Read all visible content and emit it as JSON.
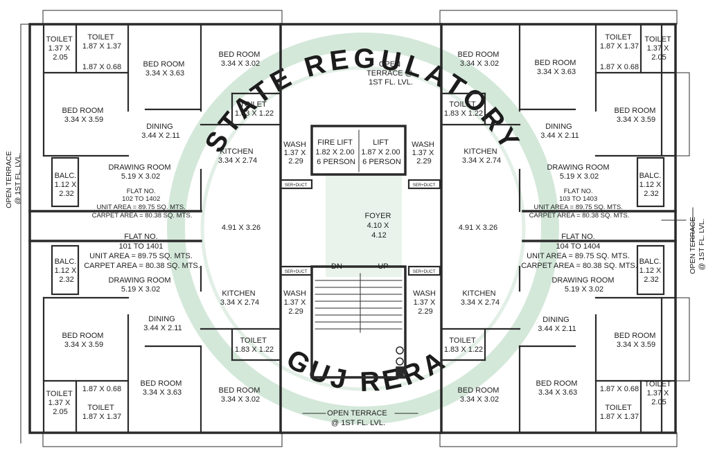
{
  "colors": {
    "wall": "#2a2a2a",
    "watermark": "#cfe3d6",
    "background": "#ffffff",
    "text": "#1c1c1c"
  },
  "watermark": {
    "top": "STATE REGULATORY",
    "bottom": "GUJ RERA"
  },
  "labels": {
    "open_terrace_center_top": [
      "OPEN",
      "TERRACE @",
      "1ST FL. LVL."
    ],
    "open_terrace_bottom": [
      "OPEN TERRACE",
      "@ 1ST FL. LVL."
    ],
    "open_terrace_left": [
      "OPEN TERRACE",
      "@ 1ST FL. LVL."
    ],
    "open_terrace_right": [
      "OPEN TERRACE",
      "@ 1ST FL. LVL."
    ],
    "fire_lift": [
      "FIRE LIFT",
      "1.82 X 2.00",
      "6 PERSON"
    ],
    "lift": [
      "LIFT",
      "1.87 X 2.00",
      "6 PERSON"
    ],
    "foyer": [
      "FOYER",
      "4.10 X",
      "4.12"
    ],
    "stair_dn": "DN",
    "stair_up": "UP",
    "duct": "SER+DUCT",
    "left_passage": "4.91 X 3.26",
    "right_passage": "4.91 X 3.26",
    "tl": {
      "toilet_a": [
        "TOILET",
        "1.37 X",
        "2.05"
      ],
      "toilet_b": [
        "TOILET",
        "1.87 X 1.37"
      ],
      "passage": "1.87 X 0.68",
      "bed_outer": [
        "BED ROOM",
        "3.34 X 3.59"
      ],
      "bed_master": [
        "BED ROOM",
        "3.34 X 3.63"
      ],
      "bed_inner": [
        "BED ROOM",
        "3.34 X 3.02"
      ],
      "toilet_c": [
        "TOILET",
        "1.83 X 1.22"
      ],
      "dining": [
        "DINING",
        "3.44 X 2.11"
      ],
      "kitchen": [
        "KITCHEN",
        "3.34 X 2.74"
      ],
      "wash": [
        "WASH",
        "1.37 X",
        "2.29"
      ],
      "balcony": [
        "BALC.",
        "1.12 X",
        "2.32"
      ],
      "drawing": [
        "DRAWING ROOM",
        "5.19 X 3.02"
      ],
      "flat": [
        "FLAT NO.",
        "102 TO 1402",
        "UNIT AREA = 89.75 SQ. MTS.",
        "CARPET AREA = 80.38 SQ. MTS."
      ]
    },
    "tr": {
      "toilet_a": [
        "TOILET",
        "1.37 X",
        "2.05"
      ],
      "toilet_b": [
        "TOILET",
        "1.87 X 1.37"
      ],
      "passage": "1.87 X 0.68",
      "bed_outer": [
        "BED ROOM",
        "3.34 X 3.59"
      ],
      "bed_master": [
        "BED ROOM",
        "3.34 X 3.63"
      ],
      "bed_inner": [
        "BED ROOM",
        "3.34 X 3.02"
      ],
      "toilet_c": [
        "TOILET",
        "1.83 X 1.22"
      ],
      "dining": [
        "DINING",
        "3.44 X 2.11"
      ],
      "kitchen": [
        "KITCHEN",
        "3.34 X 2.74"
      ],
      "wash": [
        "WASH",
        "1.37 X",
        "2.29"
      ],
      "balcony": [
        "BALC.",
        "1.12 X",
        "2.32"
      ],
      "drawing": [
        "DRAWING ROOM",
        "5.19 X 3.02"
      ],
      "flat": [
        "FLAT NO.",
        "103 TO 1403",
        "UNIT AREA = 89.75 SQ. MTS.",
        "CARPET AREA = 80.38 SQ. MTS."
      ]
    },
    "bl": {
      "toilet_a": [
        "TOILET",
        "1.37 X",
        "2.05"
      ],
      "toilet_b": [
        "TOILET",
        "1.87 X 1.37"
      ],
      "passage": "1.87 X 0.68",
      "bed_outer": [
        "BED ROOM",
        "3.34 X 3.59"
      ],
      "bed_master": [
        "BED ROOM",
        "3.34 X 3.63"
      ],
      "bed_inner": [
        "BED ROOM",
        "3.34 X 3.02"
      ],
      "toilet_c": [
        "TOILET",
        "1.83 X 1.22"
      ],
      "dining": [
        "DINING",
        "3.44 X 2.11"
      ],
      "kitchen": [
        "KITCHEN",
        "3.34 X 2.74"
      ],
      "wash": [
        "WASH",
        "1.37 X",
        "2.29"
      ],
      "balcony": [
        "BALC.",
        "1.12 X",
        "2.32"
      ],
      "drawing": [
        "DRAWING ROOM",
        "5.19 X 3.02"
      ],
      "flat": [
        "FLAT NO.",
        "101 TO 1401",
        "UNIT AREA = 89.75 SQ. MTS.",
        "CARPET AREA = 80.38 SQ. MTS."
      ]
    },
    "br": {
      "toilet_a": [
        "TOILET",
        "1.37 X",
        "2.05"
      ],
      "toilet_b": [
        "TOILET",
        "1.87 X 1.37"
      ],
      "passage": "1.87 X 0.68",
      "bed_outer": [
        "BED ROOM",
        "3.34 X 3.59"
      ],
      "bed_master": [
        "BED ROOM",
        "3.34 X 3.63"
      ],
      "bed_inner": [
        "BED ROOM",
        "3.34 X 3.02"
      ],
      "toilet_c": [
        "TOILET",
        "1.83 X 1.22"
      ],
      "dining": [
        "DINING",
        "3.44 X 2.11"
      ],
      "kitchen": [
        "KITCHEN",
        "3.34 X 2.74"
      ],
      "wash": [
        "WASH",
        "1.37 X",
        "2.29"
      ],
      "balcony": [
        "BALC.",
        "1.12 X",
        "2.32"
      ],
      "drawing": [
        "DRAWING ROOM",
        "5.19 X 3.02"
      ],
      "flat": [
        "FLAT NO.",
        "104 TO 1404",
        "UNIT AREA = 89.75 SQ. MTS.",
        "CARPET AREA = 80.38 SQ. MTS."
      ]
    }
  }
}
